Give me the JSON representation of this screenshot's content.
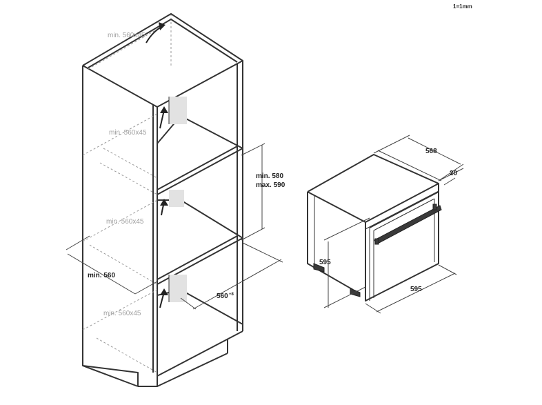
{
  "scale_note": "1=1mm",
  "cabinet": {
    "labels": {
      "top_vent": "min. 560x45",
      "upper_vent": "min. 560x45",
      "middle_vent": "min. 560x45",
      "lower_vent": "min. 560x45",
      "width": "min. 560",
      "niche_height_min": "min. 580",
      "niche_height_max": "max. 590",
      "depth": "560",
      "depth_tolerance": "+8"
    }
  },
  "oven": {
    "labels": {
      "depth": "568",
      "door_thickness": "20",
      "height": "595",
      "width": "595"
    }
  }
}
